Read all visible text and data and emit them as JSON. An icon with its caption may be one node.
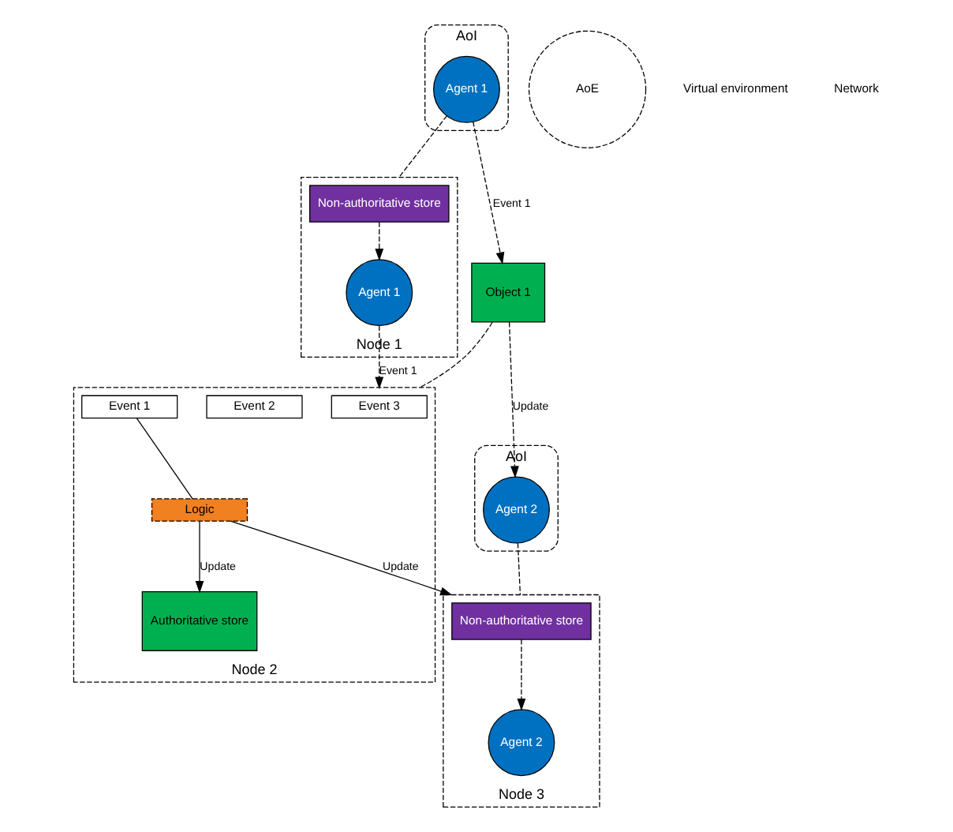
{
  "diagram": {
    "nodes": [
      {
        "text": [
          "AoI"
        ]
      },
      {
        "text": [
          "Agent 1"
        ],
        "in": 0
      },
      {
        "text": [
          "AoE"
        ]
      },
      {
        "text": [
          "AoI"
        ]
      },
      {
        "text": [
          "Object 1"
        ]
      },
      {
        "text": [
          "Agent 2"
        ],
        "in": 3
      },
      {
        "text": [
          "Node 1"
        ]
      },
      {
        "text": [
          "Non-authoritative store"
        ],
        "in": 6
      },
      {
        "text": [
          "Agent 1"
        ],
        "in": 6
      },
      {
        "text": [
          "Node 2"
        ]
      },
      {
        "text": [
          "Event 3"
        ],
        "in": 9
      },
      {
        "text": [
          "Event 2"
        ],
        "in": 9
      },
      {
        "text": [
          "Event 1"
        ],
        "in": 9
      },
      {
        "text": [
          "Logic"
        ],
        "in": 9
      },
      {
        "text": [
          "Authoritative store"
        ],
        "in": 9
      },
      {
        "text": [
          "Node 3"
        ]
      },
      {
        "text": [
          "Non-authoritative store"
        ],
        "in": 15
      },
      {
        "text": [
          "Agent 2"
        ],
        "in": 15
      }
    ],
    "edges": [
      {
        "from": 1,
        "to": 4,
        "arrow": "to",
        "label": "Event 1",
        "style": "dashed"
      },
      {
        "from": 4,
        "to": 5,
        "arrow": "to",
        "label": "Update",
        "style": "dashed"
      },
      {
        "from": 1,
        "to": 6,
        "arrow": "none",
        "style": "dashed"
      },
      {
        "from": 8,
        "to": 9,
        "arrow": "to",
        "label": "Event 1",
        "style": "dashed"
      },
      {
        "from": 4,
        "to": 9,
        "arrow": "none",
        "style": "dashed"
      },
      {
        "from": 13,
        "to": 15,
        "arrow": "to",
        "label": "Update"
      },
      {
        "from": 5,
        "to": 15,
        "arrow": "none",
        "style": "dashed"
      },
      {
        "from": 12,
        "to": 13,
        "arrow": "none"
      },
      {
        "from": 13,
        "to": 14,
        "arrow": "to",
        "label": "Update"
      },
      {
        "from": 7,
        "to": 8,
        "arrow": "to",
        "style": "dashed"
      },
      {
        "from": 16,
        "to": 17,
        "arrow": "to",
        "style": "dashed"
      }
    ],
    "labels": [
      "Virtual environment",
      "Network"
    ]
  }
}
